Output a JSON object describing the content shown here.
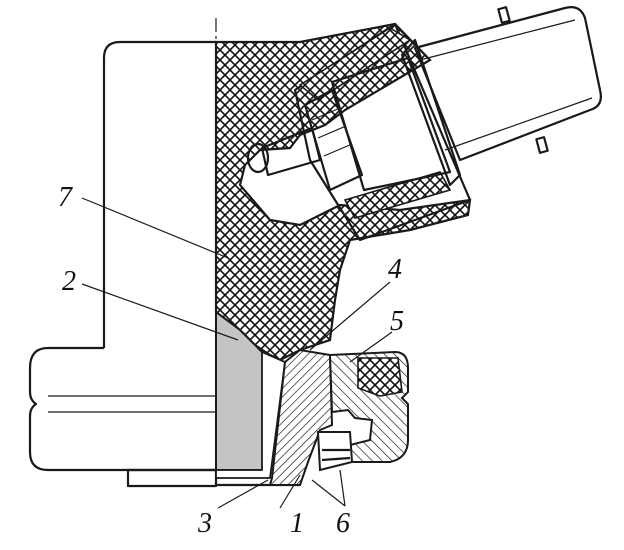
{
  "figure": {
    "callouts": [
      {
        "id": "1",
        "text": "1"
      },
      {
        "id": "2",
        "text": "2"
      },
      {
        "id": "3",
        "text": "3"
      },
      {
        "id": "4",
        "text": "4"
      },
      {
        "id": "5",
        "text": "5"
      },
      {
        "id": "6",
        "text": "6"
      },
      {
        "id": "7",
        "text": "7"
      }
    ],
    "colors": {
      "line": "#1a1a1a",
      "gray_fill": "#c4c4c4",
      "background": "#ffffff"
    }
  }
}
